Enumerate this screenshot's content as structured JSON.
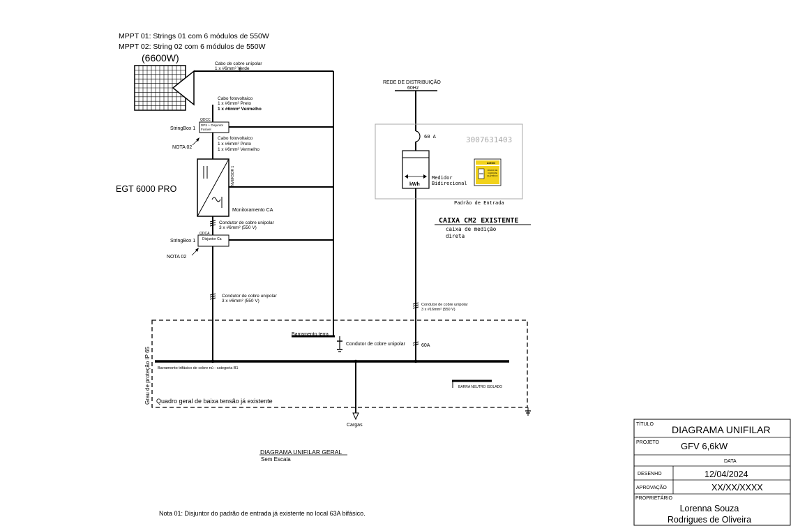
{
  "header": {
    "mppt1": "MPPT 01: Strings 01 com 6 módulos de 550W",
    "mppt2": "MPPT 02: String 02 com 6 módulos de 550W",
    "power": "(6600W)"
  },
  "labels": {
    "cabo_terra_1": "Cabo de cobre unipolar",
    "cabo_terra_2": "1 x #6mm² Verde",
    "cabo_fv1_1": "Cabo fotovoltaico",
    "cabo_fv1_2": "1 x #6mm² Preto",
    "cabo_fv1_3": "1 x #6mm² Vermelho",
    "qdcc": "QDCC",
    "stringbox_cc_inner1": "DPS + Disjuntor",
    "stringbox_cc_inner2": "Fusível",
    "stringbox1": "StringBox 1",
    "nota02": "NOTA 02",
    "cabo_fv2_1": "Cabo fotovoltaico",
    "cabo_fv2_2": "1 x #6mm² Preto",
    "cabo_fv2_3": "1 x #6mm² Vermelho",
    "inverter_model": "EGT 6000 PRO",
    "inverter_side": "INVERSOR 1",
    "monitoramento": "Monitoramento CA",
    "cond_ca1_1": "Condutor de cobre unipolar",
    "cond_ca1_2": "3 x #6mm² (550 V)",
    "qdca": "QDCA",
    "disjuntor_ca": "Disjuntor Ca",
    "stringbox2": "StringBox 1",
    "nota02b": "NOTA 02",
    "cond_ca2_1": "Condutor de cobre unipolar",
    "cond_ca2_2": "3 x #6mm² (550 V)",
    "rede_1": "REDE DE DISTRIBUIÇÃO",
    "rede_2": "60Hz",
    "breaker_60a": "60 A",
    "meter_number": "3007631403",
    "kwh": "kWh",
    "medidor_1": "Medidor",
    "medidor_2": "Bidirecional",
    "aviso": "AVISO",
    "aviso_text_1": "RISCO DE",
    "aviso_text_2": "CHOQUE",
    "aviso_text_3": "ELÉTRICO",
    "padrao_entrada": "Padrão de Entrada",
    "caixa_title": "CAIXA CM2 EXISTENTE",
    "caixa_sub1": "caixa de medição",
    "caixa_sub2": "direta",
    "cond_rede_1": "Condutor de cobre unipolar",
    "cond_rede_2": "3 x #16mm² (550 V)",
    "barramento_terra": "Barramento terra",
    "cond_terra": "Condutor de cobre unipolar",
    "breaker_60a_2": "60A",
    "barramento_trif": "Barramento trifásico de cobre nú - categoria B1",
    "barra_neutro": "BARRA NEUTRO ISOLADO",
    "grau_protecao": "Grau de proteção IP 65",
    "quadro_geral": "Quadro geral de baixa tensão já existente",
    "cargas": "Cargas",
    "diagram_title": "DIAGRAMA UNIFILAR GERAL",
    "sem_escala": "Sem Escala",
    "nota01": "Nota 01: Disjuntor do padrão de entrada já existente no local 63A bifásico."
  },
  "title_block": {
    "titulo_label": "TÍTULO",
    "titulo": "DIAGRAMA UNIFILAR",
    "projeto_label": "PROJETO",
    "projeto": "GFV 6,6kW",
    "data_label": "DATA",
    "desenho_label": "DESENHO",
    "desenho_data": "12/04/2024",
    "aprovacao_label": "APROVAÇÃO",
    "aprovacao_data": "XX/XX/XXXX",
    "proprietario_label": "PROPRIETÁRIO",
    "proprietario_1": "Lorenna Souza",
    "proprietario_2": "Rodrigues de Oliveira"
  }
}
